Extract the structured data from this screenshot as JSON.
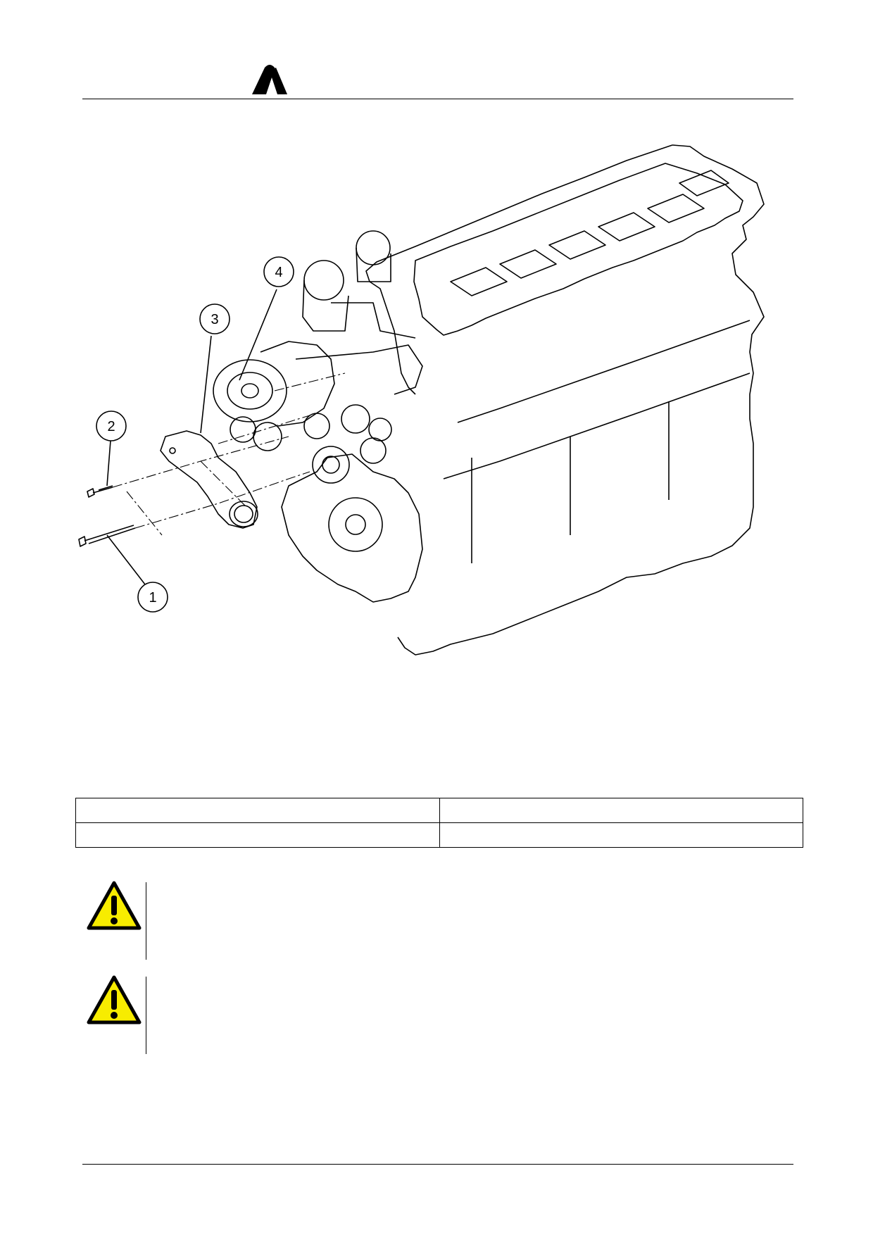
{
  "document": {
    "logo": "brand-logo",
    "callouts": [
      {
        "id": "1",
        "label": "1"
      },
      {
        "id": "2",
        "label": "2"
      },
      {
        "id": "3",
        "label": "3"
      },
      {
        "id": "4",
        "label": "4"
      }
    ],
    "spec_table": {
      "rows": [
        [
          "",
          ""
        ],
        [
          "",
          ""
        ]
      ]
    },
    "warnings": [
      {
        "icon": "warning-triangle-icon",
        "text": ""
      },
      {
        "icon": "warning-triangle-icon",
        "text": ""
      }
    ],
    "colors": {
      "warning_fill": "#f7ec00",
      "line": "#000000"
    }
  }
}
